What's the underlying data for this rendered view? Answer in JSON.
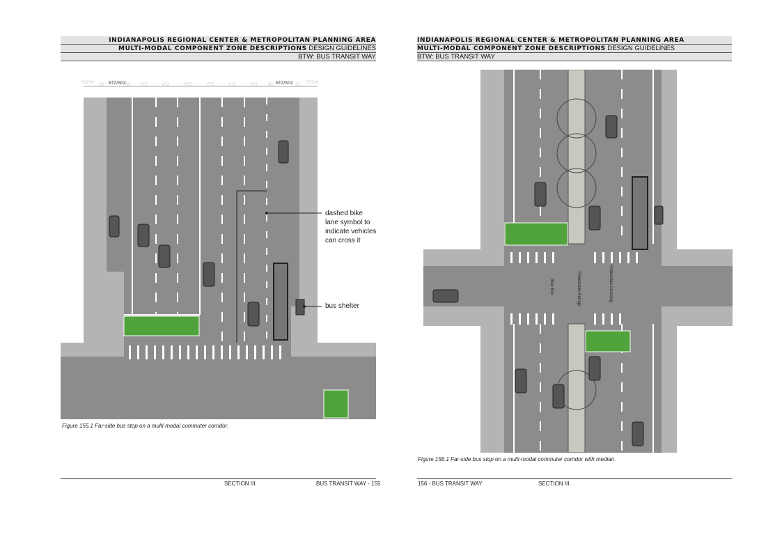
{
  "left_page": {
    "header": {
      "line1": "INDIANAPOLIS REGIONAL CENTER & METROPOLITAN PLANNING AREA",
      "line2_bold": "MULTI-MODAL COMPONENT ZONE DESCRIPTIONS",
      "line2_light": "DESIGN GUIDELINES",
      "line3": "BTW:  BUS TRANSIT WAY"
    },
    "zone_labels": [
      "FZ/PW",
      "SZ",
      "BTZ/SPZ",
      "BZ",
      "VTZ",
      "VTZ",
      "VTZ",
      "VTZ",
      "VTZ",
      "VTZ",
      "BZ",
      "BTZ/SPZ",
      "SZ",
      "FZ/PW"
    ],
    "callouts": {
      "bike_lane": "dashed bike lane symbol to indicate vehicles can cross it",
      "shelter": "bus shelter"
    },
    "caption": "Figure 155.1 Far-side bus stop on a multi-modal commuter corridor.",
    "footer": {
      "section": "SECTION III.",
      "page": "BUS TRANSIT WAY - 155"
    }
  },
  "right_page": {
    "header": {
      "line1": "INDIANAPOLIS REGIONAL CENTER & METROPOLITAN PLANNING AREA",
      "line2_bold": "MULTI-MODAL COMPONENT ZONE DESCRIPTIONS",
      "line2_light": "DESIGN GUIDELINES",
      "line3": "BTW: BUS TRANSIT WAY"
    },
    "labels": {
      "bike_box": "Bike Box",
      "refuge": "Pedestrian Refuge",
      "crossing": "Pedestrian Crossing"
    },
    "caption": "Figure 156.1 Far-side bus stop on a multi-modal commuter corridor with median.",
    "footer": {
      "page": "156 - BUS TRANSIT WAY",
      "section": "SECTION III."
    }
  },
  "colors": {
    "road": "#8c8c8c",
    "sidewalk": "#b4b4b4",
    "green": "#4fa33a"
  }
}
